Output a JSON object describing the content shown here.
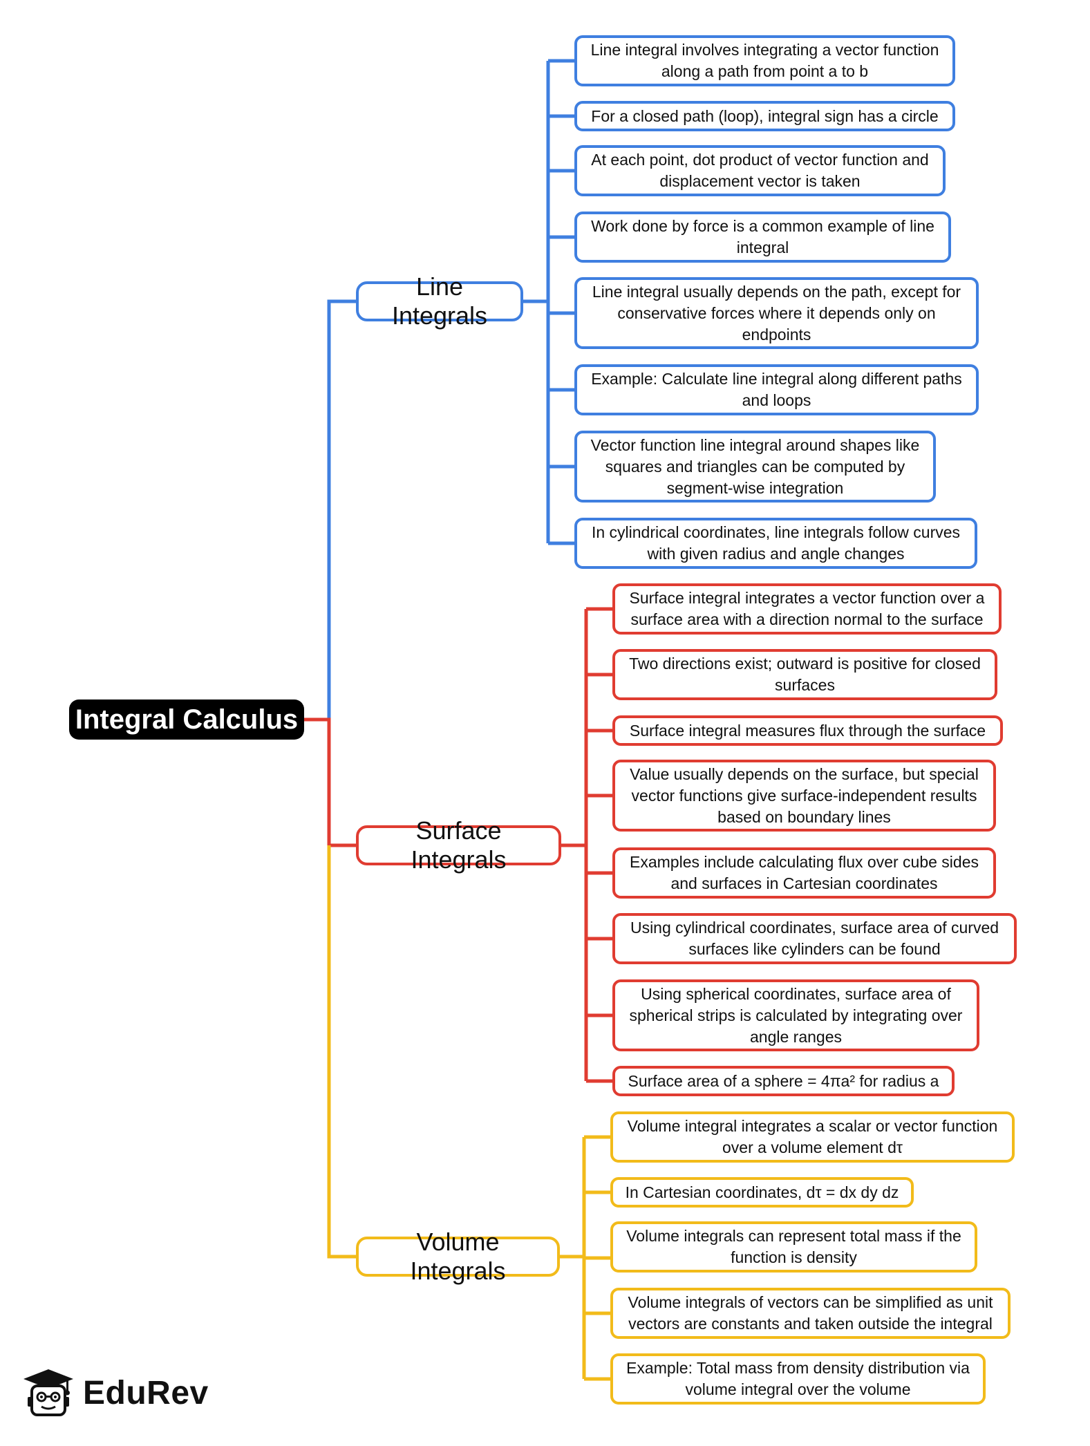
{
  "root": {
    "label": "Integral Calculus"
  },
  "colors": {
    "line": "#3f7fe0",
    "surface": "#e03c31",
    "volume": "#f2bb1a"
  },
  "branches": [
    {
      "label": "Line Integrals",
      "items": [
        "Line integral involves integrating a vector function along a path from point a to b",
        "For a closed path (loop), integral sign has a circle",
        "At each point, dot product of vector function and displacement vector is taken",
        "Work done by force is a common example of line integral",
        "Line integral usually depends on the path, except for conservative forces where it depends only on endpoints",
        "Example: Calculate line integral along different paths and loops",
        "Vector function line integral around shapes like squares and triangles can be computed by segment-wise integration",
        "In cylindrical coordinates, line integrals follow curves with given radius and angle changes"
      ]
    },
    {
      "label": "Surface Integrals",
      "items": [
        "Surface integral integrates a vector function over a surface area with a direction normal to the surface",
        "Two directions exist; outward is positive for closed surfaces",
        "Surface integral measures flux through the surface",
        "Value usually depends on the surface, but special vector functions give surface-independent results based on boundary lines",
        "Examples include calculating flux over cube sides and surfaces in Cartesian coordinates",
        "Using cylindrical coordinates, surface area of curved surfaces like cylinders can be found",
        "Using spherical coordinates, surface area of spherical strips is calculated by integrating over angle ranges",
        "Surface area of a sphere = 4πa² for radius a"
      ]
    },
    {
      "label": "Volume Integrals",
      "items": [
        "Volume integral integrates a scalar or vector function over a volume element dτ",
        "In Cartesian coordinates, dτ = dx dy dz",
        "Volume integrals can represent total mass if the function is density",
        "Volume integrals of vectors can be simplified as unit vectors are constants and taken outside the integral",
        "Example: Total mass from density distribution via volume integral over the volume"
      ]
    }
  ],
  "logo": {
    "text": "EduRev",
    "icon": "graduation-cap-mascot-icon"
  }
}
